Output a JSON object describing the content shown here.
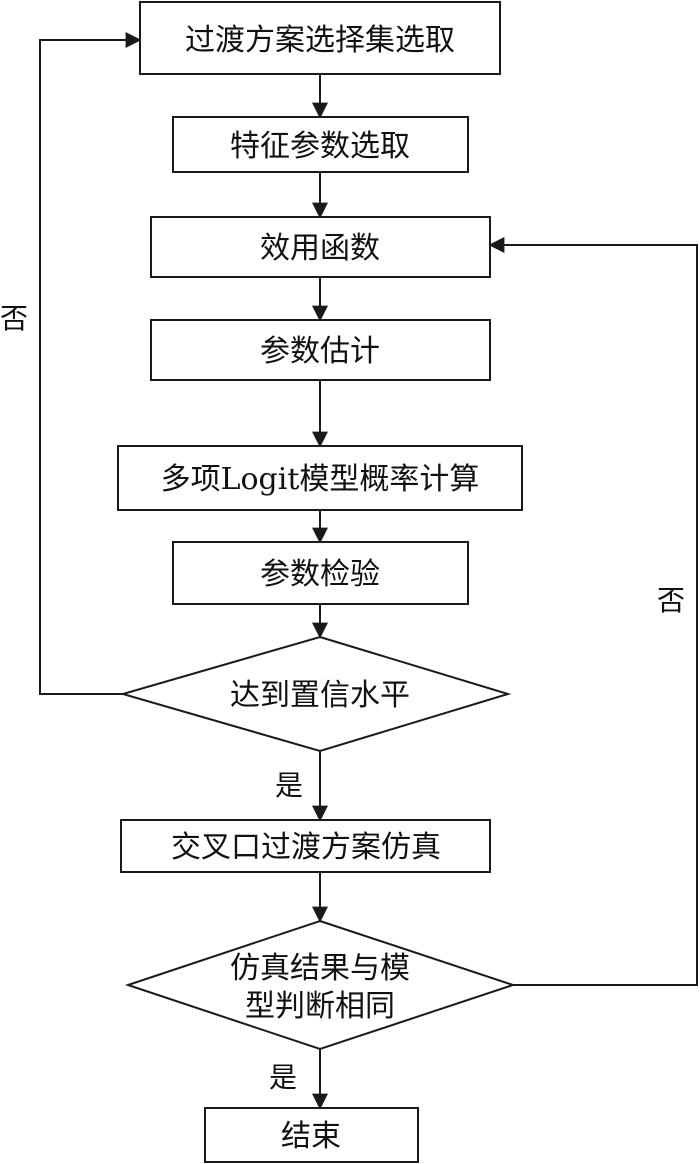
{
  "nodes": {
    "select_set": "过渡方案选择集选取",
    "feature_params": "特征参数选取",
    "utility": "效用函数",
    "param_estimate": "参数估计",
    "logit": "多项Logit模型概率计算",
    "param_test": "参数检验",
    "confidence": "达到置信水平",
    "simulation": "交叉口过渡方案仿真",
    "compare_line1": "仿真结果与模",
    "compare_line2": "型判断相同",
    "end": "结束"
  },
  "edges": {
    "confidence_no": "否",
    "confidence_yes": "是",
    "compare_no": "否",
    "compare_yes": "是"
  },
  "colors": {
    "stroke": "#1a1a1a",
    "background": "#ffffff"
  }
}
